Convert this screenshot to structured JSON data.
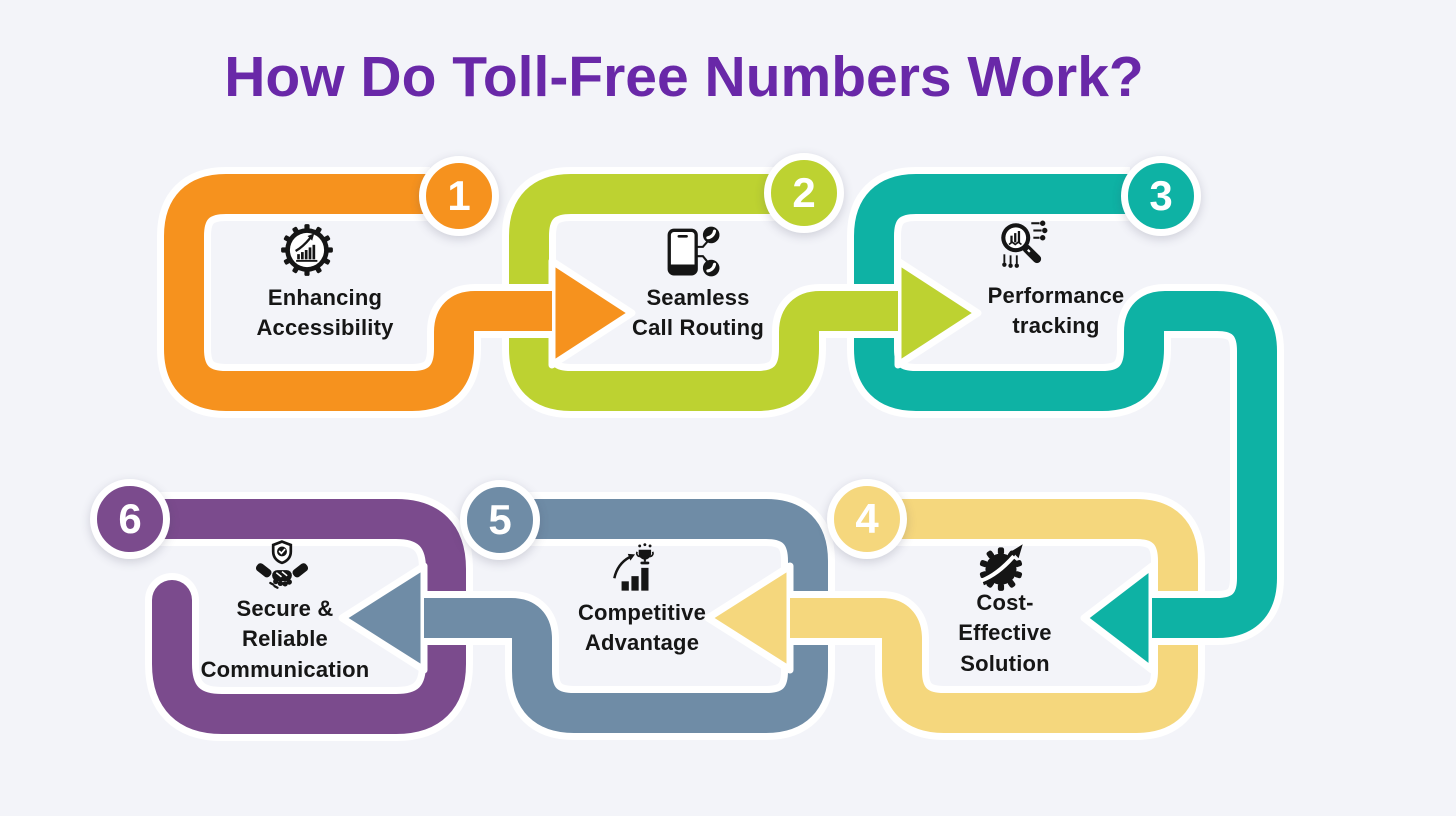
{
  "title": "How Do Toll-Free Numbers Work?",
  "theme": {
    "background": "#F3F4F9",
    "title_color": "#6928A8",
    "label_color": "#161616",
    "badge_text_color": "#FFFFFF",
    "outline_color": "#FFFFFF"
  },
  "steps": [
    {
      "number": "1",
      "label": "Enhancing\nAccessibility",
      "color": "#F6921E",
      "icon": "gear-growth-chart-icon"
    },
    {
      "number": "2",
      "label": "Seamless\nCall Routing",
      "color": "#BDD231",
      "icon": "phone-call-routing-icon"
    },
    {
      "number": "3",
      "label": "Performance\ntracking",
      "color": "#0EB2A4",
      "icon": "magnifier-analytics-icon"
    },
    {
      "number": "4",
      "label": "Cost-\nEffective\nSolution",
      "color": "#F5D77D",
      "icon": "gear-growth-arrow-icon"
    },
    {
      "number": "5",
      "label": "Competitive\nAdvantage",
      "color": "#6F8CA6",
      "icon": "bars-trophy-icon"
    },
    {
      "number": "6",
      "label": "Secure &\nReliable\nCommunication",
      "color": "#7B4B8D",
      "icon": "handshake-shield-icon"
    }
  ]
}
